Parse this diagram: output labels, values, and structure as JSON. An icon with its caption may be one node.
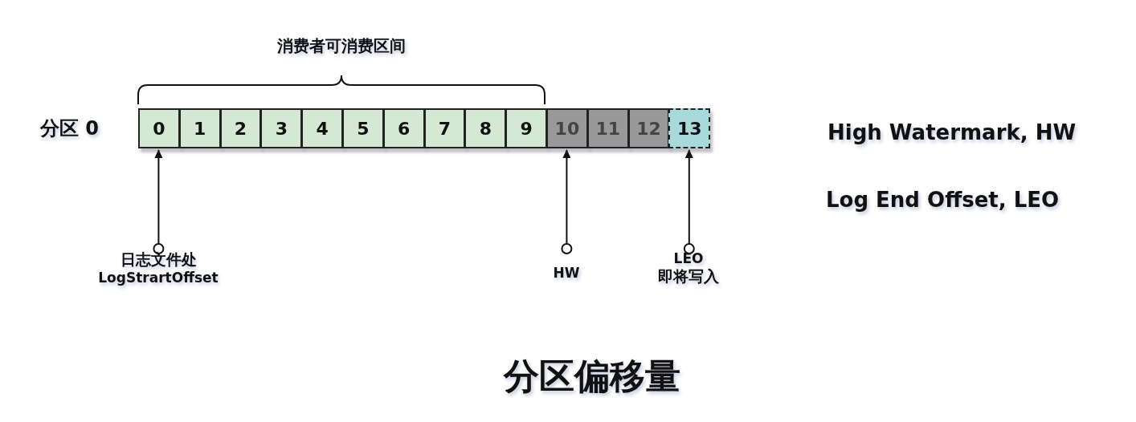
{
  "diagram": {
    "caption": "分区偏移量",
    "nodes": [
      {
        "text": [
          "0"
        ]
      },
      {
        "text": [
          "1"
        ]
      },
      {
        "text": [
          "2"
        ]
      },
      {
        "text": [
          "3"
        ]
      },
      {
        "text": [
          "4"
        ]
      },
      {
        "text": [
          "5"
        ]
      },
      {
        "text": [
          "6"
        ]
      },
      {
        "text": [
          "7"
        ]
      },
      {
        "text": [
          "8"
        ]
      },
      {
        "text": [
          "9"
        ]
      },
      {
        "text": [
          "10"
        ]
      },
      {
        "text": [
          "11"
        ]
      },
      {
        "text": [
          "12"
        ]
      },
      {
        "text": [
          "13"
        ]
      },
      {
        "text": [
          "日志文件处",
          "LogStrartOffset"
        ]
      },
      {
        "text": [
          "HW"
        ]
      },
      {
        "text": [
          "LEO",
          "即将写入"
        ]
      }
    ],
    "edges": [
      {
        "from": 14,
        "to": 0,
        "arrow": "to"
      },
      {
        "from": 15,
        "to": 10,
        "arrow": "to"
      },
      {
        "from": 16,
        "to": 13,
        "arrow": "to"
      }
    ],
    "labels": [
      "消费者可消费区间",
      "分区 0",
      "High Watermark, HW",
      "Log End Offset, LEO"
    ]
  }
}
